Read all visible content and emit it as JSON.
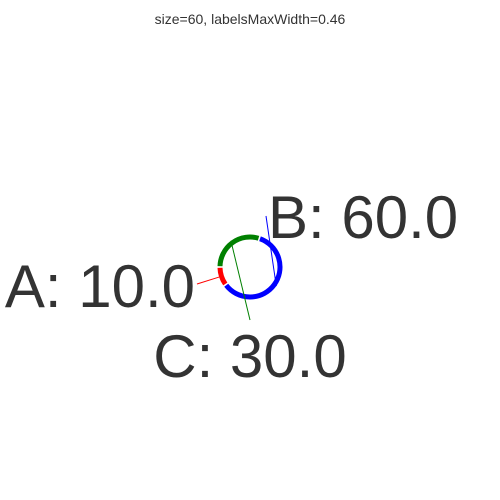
{
  "chart_data": {
    "type": "pie",
    "title": "size=60, labelsMaxWidth=0.46",
    "slices": [
      {
        "name": "A",
        "value": 10.0,
        "label": "A: 10.0",
        "color": "#ff0000"
      },
      {
        "name": "B",
        "value": 60.0,
        "label": "B: 60.0",
        "color": "#0000ff"
      },
      {
        "name": "C",
        "value": 30.0,
        "label": "C: 30.0",
        "color": "#008000"
      }
    ],
    "donut": true,
    "label_connectors": true
  }
}
